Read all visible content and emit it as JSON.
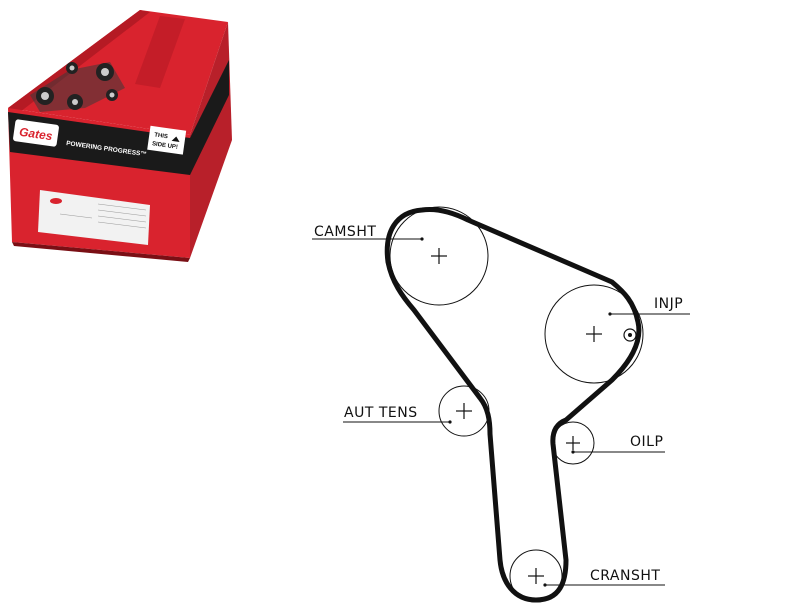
{
  "product_box": {
    "brand": "Gates",
    "slogan": "POWERING PROGRESS™",
    "orientation_line1": "THIS",
    "orientation_line2": "SIDE UP!",
    "colors": {
      "primary": "#d9232e",
      "dark": "#1a1a1a",
      "label": "#f2f2f2"
    }
  },
  "diagram": {
    "labels": {
      "camshaft": "CAMSHT",
      "injection_pump": "INJP",
      "auto_tensioner": "AUT TENS",
      "oil_pump": "OILP",
      "crankshaft": "CRANSHT"
    }
  }
}
